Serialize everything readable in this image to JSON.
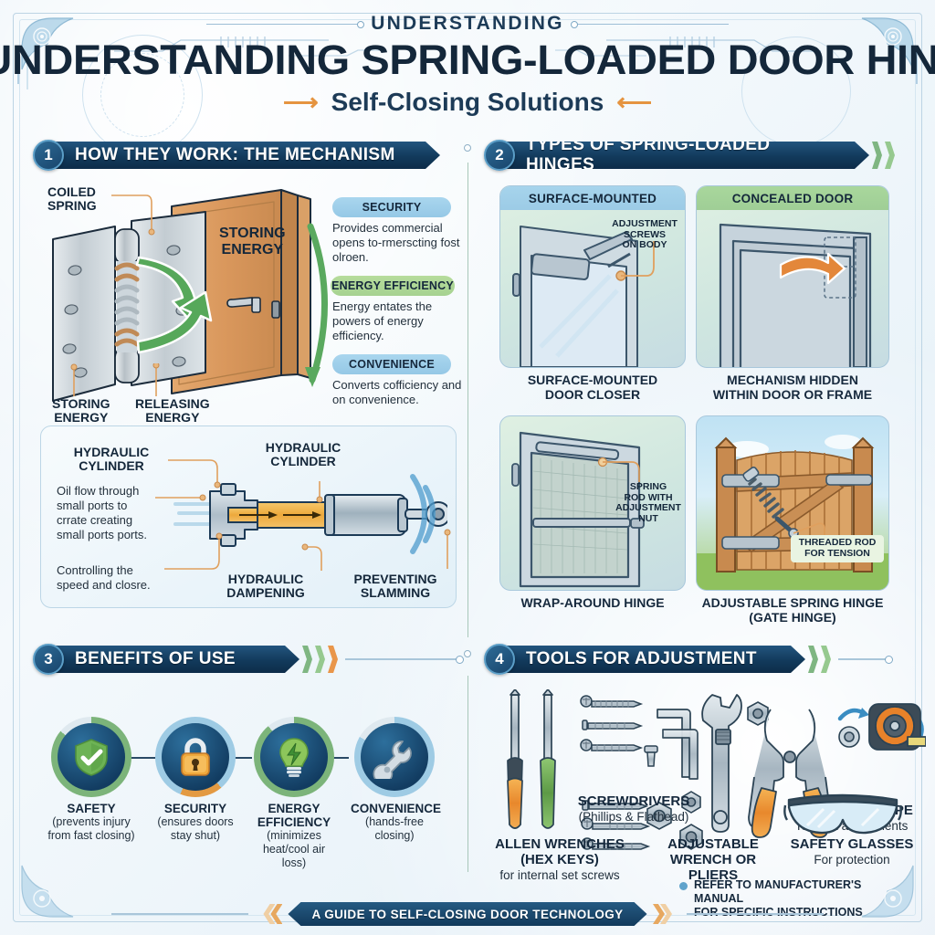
{
  "header": {
    "kicker": "UNDERSTANDING",
    "title": "UNDERSTANDING SPRING-LOADED DOOR HINGES:",
    "subtitle": "Self-Closing Solutions",
    "arrow_left": "⟶",
    "arrow_right": "⟵"
  },
  "sections": [
    {
      "number": "1",
      "title": "HOW THEY WORK: THE MECHANISM"
    },
    {
      "number": "2",
      "title": "TYPES OF SPRING-LOADED HINGES"
    },
    {
      "number": "3",
      "title": "BENEFITS OF USE"
    },
    {
      "number": "4",
      "title": "TOOLS FOR ADJUSTMENT"
    }
  ],
  "mechanism": {
    "labels": {
      "coiled_spring": "COILED\nSPRING",
      "storing_energy_door": "STORING\nENERGY",
      "storing_energy_bottom": "STORING\nENERGY",
      "releasing_energy": "RELEASING\nENERGY"
    },
    "tags": [
      {
        "title": "SECURITY",
        "color": "blue",
        "body": "Provides commercial opens to-rmerscting fost olroen."
      },
      {
        "title": "ENERGY EFFICIENCY",
        "color": "green",
        "body": "Energy entates the powers of energy efficiency."
      },
      {
        "title": "CONVENIENCE",
        "color": "blue",
        "body": "Converts cofficiency and on convenience."
      }
    ],
    "hydraulic": {
      "label_left": "HYDRAULIC\nCYLINDER",
      "label_top": "HYDRAULIC\nCYLINDER",
      "body_left": "Oil flow through small ports to crrate creating small ports ports.",
      "body_left2": "Controlling the speed and closre.",
      "label_dampening": "HYDRAULIC\nDAMPENING",
      "label_slamming": "PREVENTING\nSLAMMING"
    }
  },
  "types": [
    {
      "cap": "SURFACE-MOUNTED",
      "cap_color": "blue",
      "callout": "ADJUSTMENT\nSCREWS\nON BODY",
      "label": "SURFACE-MOUNTED\nDOOR CLOSER"
    },
    {
      "cap": "CONCEALED DOOR",
      "cap_color": "green",
      "callout": "",
      "label": "MECHANISM HIDDEN\nWITHIN DOOR OR FRAME"
    },
    {
      "cap": "",
      "cap_color": "",
      "callout": "SPRING\nROD WITH\nADJUSTMENT\nNUT",
      "label": "WRAP-AROUND HINGE"
    },
    {
      "cap": "",
      "cap_color": "",
      "callout": "THREADED ROD\nFOR TENSION",
      "label": "ADJUSTABLE SPRING HINGE\n(GATE HINGE)"
    }
  ],
  "benefits": [
    {
      "icon": "shield-check-icon",
      "title": "SAFETY",
      "sub": "(prevents injury from fast closing)",
      "ring_color": "#7cb47a"
    },
    {
      "icon": "padlock-icon",
      "title": "SECURITY",
      "sub": "(ensures doors stay shut)",
      "ring_color": "#9ecbe4"
    },
    {
      "icon": "lightbulb-bolt-icon",
      "title": "ENERGY EFFICIENCY",
      "sub": "(minimizes heat/cool air loss)",
      "ring_color": "#7cb47a"
    },
    {
      "icon": "wrench-icon",
      "title": "CONVENIENCE",
      "sub": "(hands-free closing)",
      "ring_color": "#9ecbe4"
    }
  ],
  "tools": [
    {
      "title": "SCREWDRIVERS",
      "sub": "(Phillips & Flathead)"
    },
    {
      "title": "MEASURING TAPE",
      "sub": "To track adjustments"
    },
    {
      "title": "ALLEN WRENCHES\n(HEX KEYS)",
      "sub": "for internal set screws"
    },
    {
      "title": "ADJUSTABLE\nWRENCH OR PLIERS",
      "sub": ""
    },
    {
      "title": "SAFETY GLASSES",
      "sub": "For protection"
    }
  ],
  "tools_note": "REFER TO MANUFACTURER'S MANUAL\nFOR SPECIFIC INSTRUCTIONS",
  "footer": {
    "text": "A GUIDE TO SELF-CLOSING DOOR TECHNOLOGY"
  },
  "colors": {
    "navy": "#123a5c",
    "accent_blue": "#5b9ec7",
    "accent_green": "#7cb47a",
    "accent_orange": "#e59440"
  }
}
